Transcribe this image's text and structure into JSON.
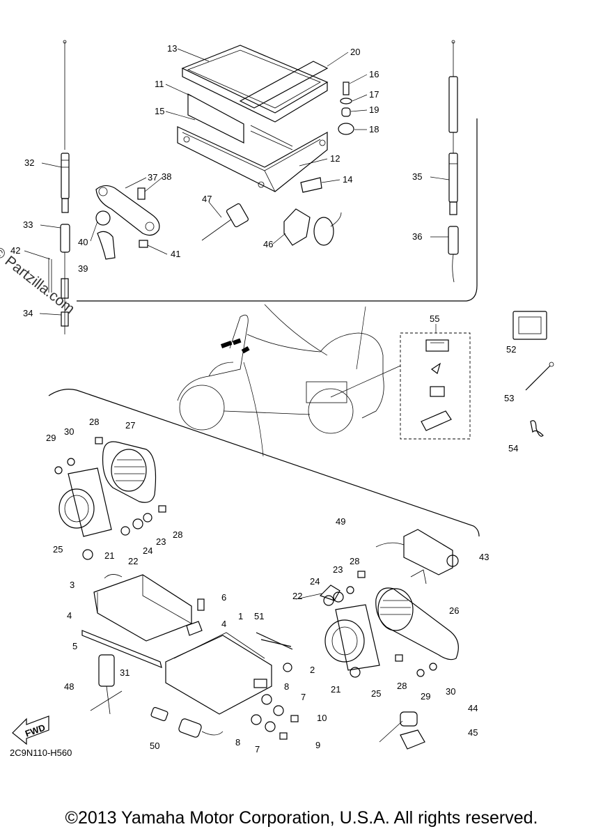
{
  "diagram_code": "2C9N110-H560",
  "copyright": "©2013 Yamaha Motor Corporation, U.S.A. All rights reserved.",
  "watermark": "© Partzilla.com",
  "fwd_label": "FWD",
  "callouts": {
    "c1": "1",
    "c2": "2",
    "c3": "3",
    "c4a": "4",
    "c4b": "4",
    "c5": "5",
    "c6": "6",
    "c7a": "7",
    "c7b": "7",
    "c8a": "8",
    "c8b": "8",
    "c9": "9",
    "c10": "10",
    "c11": "11",
    "c12": "12",
    "c13": "13",
    "c14": "14",
    "c15": "15",
    "c16": "16",
    "c17": "17",
    "c18": "18",
    "c19": "19",
    "c20": "20",
    "c21a": "21",
    "c21b": "21",
    "c22a": "22",
    "c22b": "22",
    "c23a": "23",
    "c23b": "23",
    "c24a": "24",
    "c24b": "24",
    "c25a": "25",
    "c25b": "25",
    "c26": "26",
    "c27": "27",
    "c28a": "28",
    "c28b": "28",
    "c28c": "28",
    "c28d": "28",
    "c29a": "29",
    "c29b": "29",
    "c30a": "30",
    "c30b": "30",
    "c31": "31",
    "c32": "32",
    "c33": "33",
    "c34": "34",
    "c35": "35",
    "c36": "36",
    "c37": "37",
    "c38": "38",
    "c39": "39",
    "c40": "40",
    "c41": "41",
    "c42": "42",
    "c43": "43",
    "c44": "44",
    "c45": "45",
    "c46": "46",
    "c47": "47",
    "c48": "48",
    "c49": "49",
    "c50": "50",
    "c51": "51",
    "c52": "52",
    "c53": "53",
    "c54": "54",
    "c55": "55"
  }
}
